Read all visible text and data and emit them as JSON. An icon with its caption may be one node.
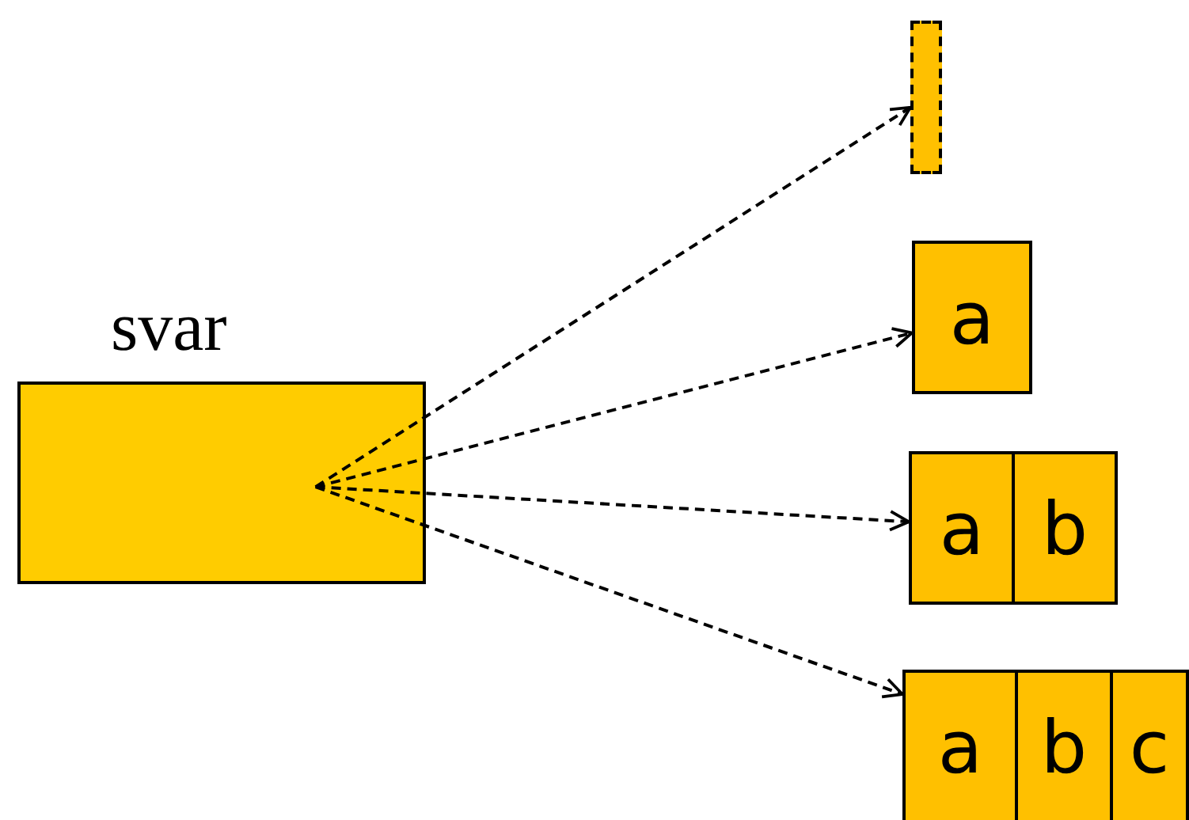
{
  "diagram": {
    "nodes": [
      {
        "text": [
          "svar"
        ]
      },
      {
        "text": [],
        "shape": "bar"
      },
      {
        "text": [
          "a"
        ]
      },
      {
        "text": [],
        "shape": "box"
      },
      {
        "text": [
          "a"
        ],
        "in": 3
      },
      {
        "text": [
          "b"
        ],
        "in": 3
      },
      {
        "text": [],
        "shape": "box"
      },
      {
        "text": [
          "a"
        ],
        "in": 6
      },
      {
        "text": [
          "b"
        ],
        "in": 6
      },
      {
        "text": [
          "c"
        ],
        "in": 6
      }
    ],
    "edges": [
      {
        "from": 0,
        "to": 1,
        "arrow": "to",
        "style": "dashed"
      },
      {
        "from": 0,
        "to": 2,
        "arrow": "to",
        "style": "dashed"
      },
      {
        "from": 0,
        "to": 3,
        "arrow": "to",
        "style": "dashed"
      },
      {
        "from": 0,
        "to": 6,
        "arrow": "to",
        "style": "dashed"
      }
    ]
  }
}
